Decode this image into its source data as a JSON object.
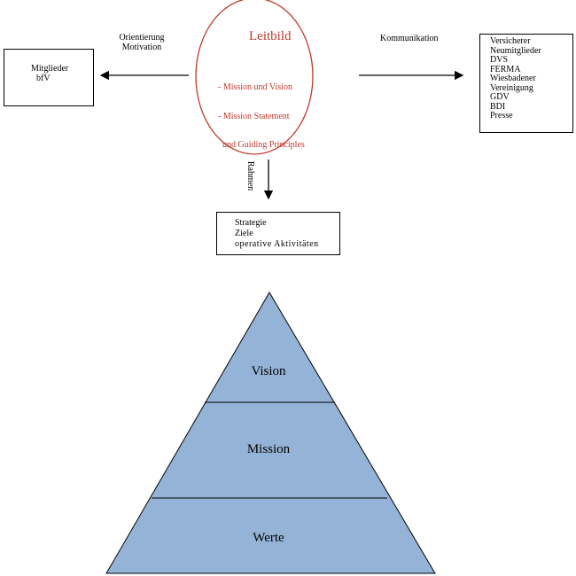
{
  "leitbild": {
    "title": "Leitbild",
    "lines": [
      "- Mission und Vision",
      "- Mission Statement",
      "  und Guiding Principles"
    ]
  },
  "members_box": {
    "lines": [
      "Mitglieder",
      "bfV"
    ]
  },
  "left_arrow_label": {
    "lines": [
      "Orientierung",
      "Motivation"
    ]
  },
  "right_arrow_label": {
    "text": "Kommunikation"
  },
  "stakeholders_box": {
    "lines": [
      "Versicherer",
      "Neumitglieder",
      "DVS",
      "FERMA",
      "Wiesbadener",
      "Vereinigung",
      "GDV",
      "BDI",
      "Presse"
    ]
  },
  "down_arrow_label": {
    "text": "Rahmen"
  },
  "strategy_box": {
    "lines": [
      "Strategie",
      "Ziele",
      "operative Aktivitäten"
    ]
  },
  "pyramid": {
    "fill": "#95b3d7",
    "levels": [
      "Vision",
      "Mission",
      "Werte"
    ]
  },
  "colors": {
    "circle_border": "#c0392b",
    "text_red": "#c0392b"
  }
}
